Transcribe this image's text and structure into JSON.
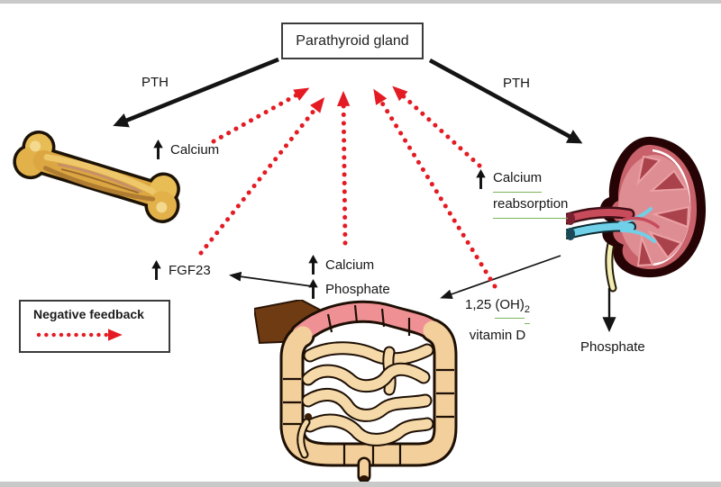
{
  "title_box": {
    "label": "Parathyroid gland"
  },
  "labels": {
    "pth_left": "PTH",
    "pth_right": "PTH",
    "bone_calcium": "Calcium",
    "fgf23": "FGF23",
    "gut_calcium": "Calcium",
    "gut_phosphate": "Phosphate",
    "kidney_calcium_line1": "Calcium",
    "kidney_calcium_line2": "reabsorption",
    "vitd_prefix": "1,25 ",
    "vitd_oh": "(OH)",
    "vitd_subscript": "2",
    "vitd_line2": "vitamin D",
    "phosphate_out": "Phosphate"
  },
  "legend": {
    "title": "Negative feedback"
  },
  "colors": {
    "feedback_red": "#e41b23",
    "underline_green": "#7cb45b",
    "arrow_black": "#141414",
    "frame_gray": "#c9c9c9"
  },
  "icons": {
    "bone": "bone-illustration",
    "kidney": "kidney-illustration",
    "intestine": "intestine-illustration",
    "up_arrow": "increase-arrow",
    "down_arrow": "decrease-arrow",
    "feedback_arrow": "red-dotted-arrow"
  }
}
